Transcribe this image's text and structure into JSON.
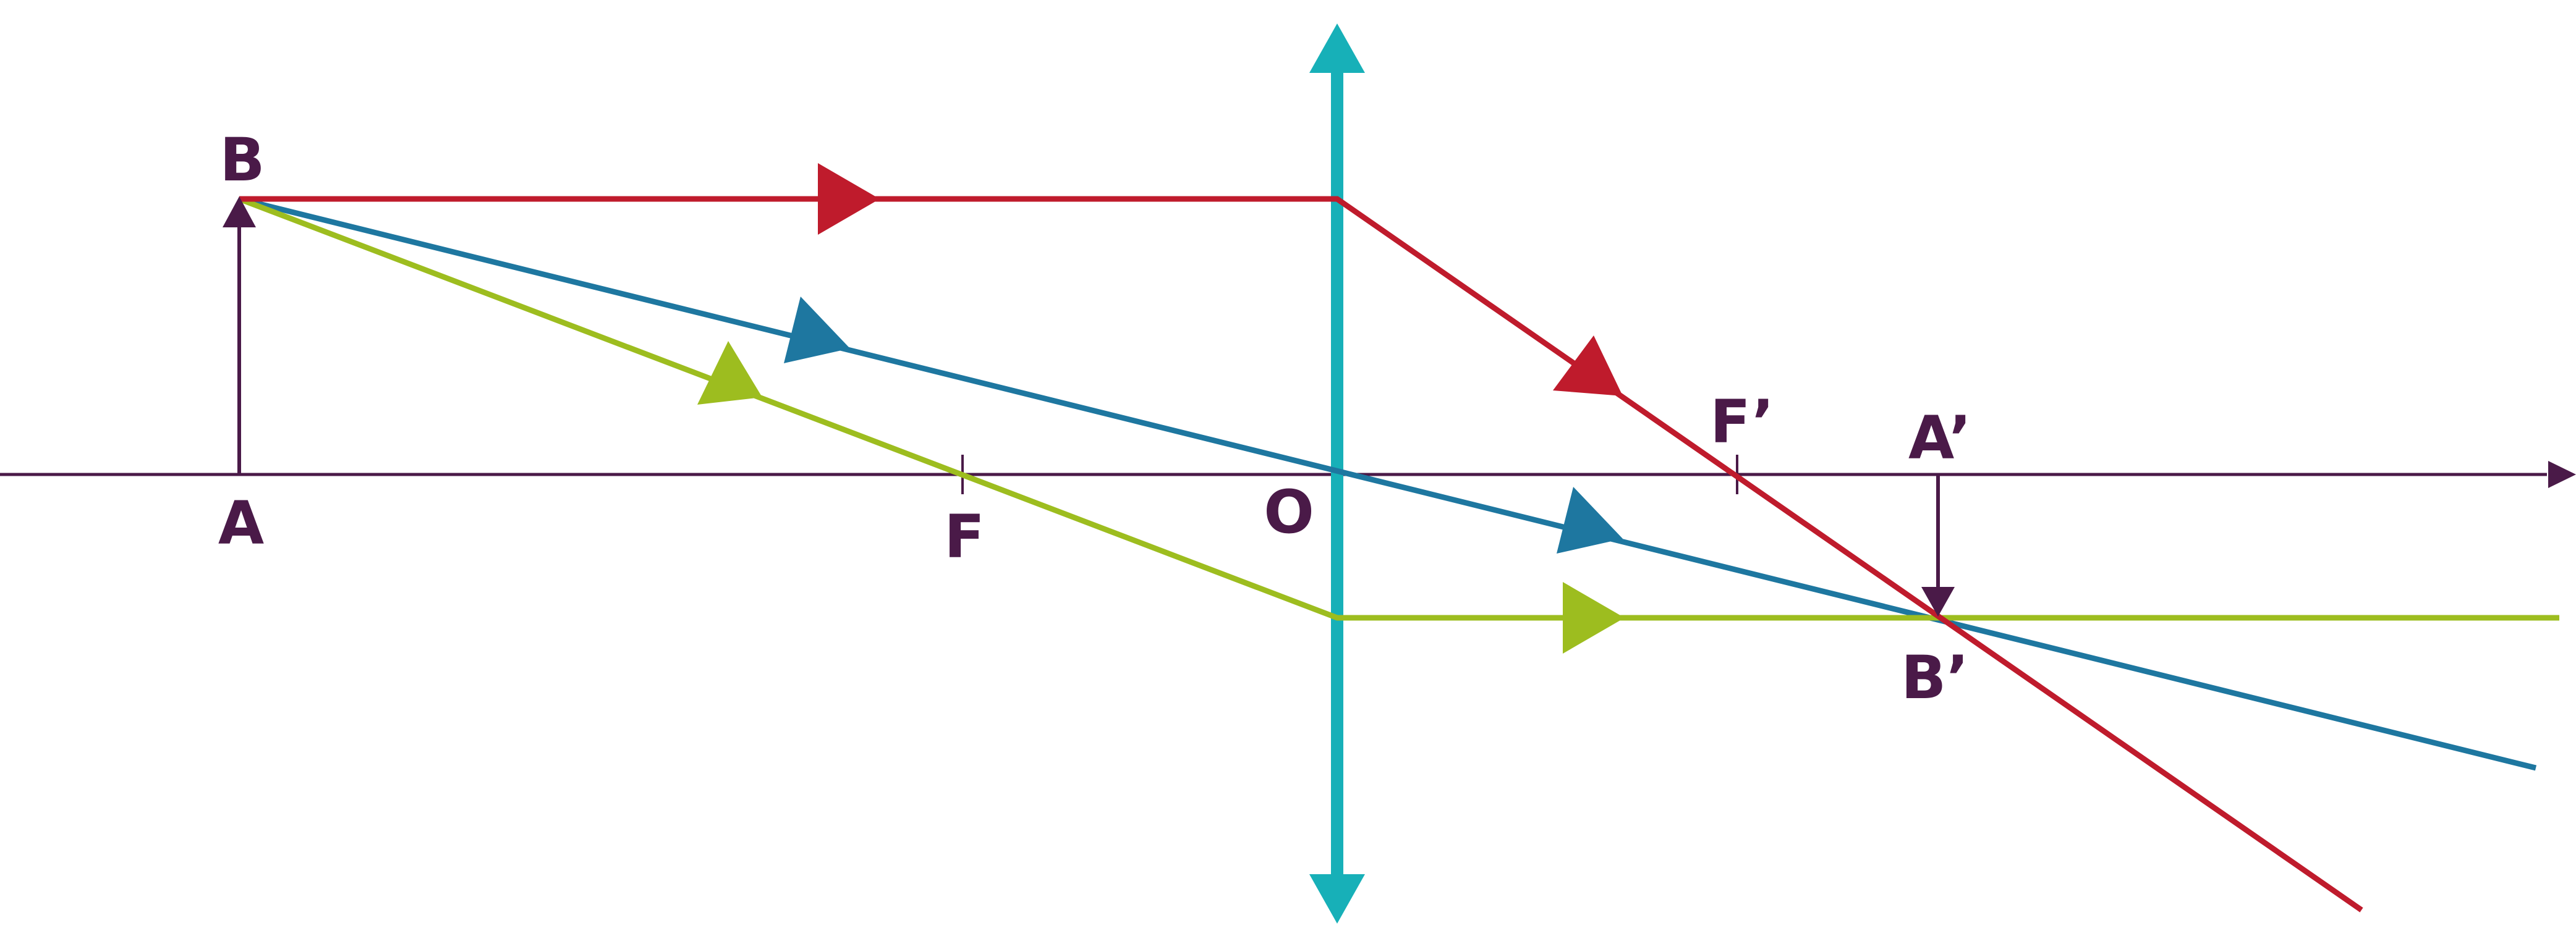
{
  "colors": {
    "axis": "#4a1a48",
    "lens": "#17b0b8",
    "ray_parallel": "#bf1b2c",
    "ray_center": "#1e77a0",
    "ray_focal": "#9dbd1f",
    "label": "#4a1a48"
  },
  "labels": {
    "object_top": "B",
    "object_base": "A",
    "focus_object": "F",
    "optical_center": "O",
    "focus_image": "F’",
    "image_base": "A’",
    "image_top": "B’"
  }
}
